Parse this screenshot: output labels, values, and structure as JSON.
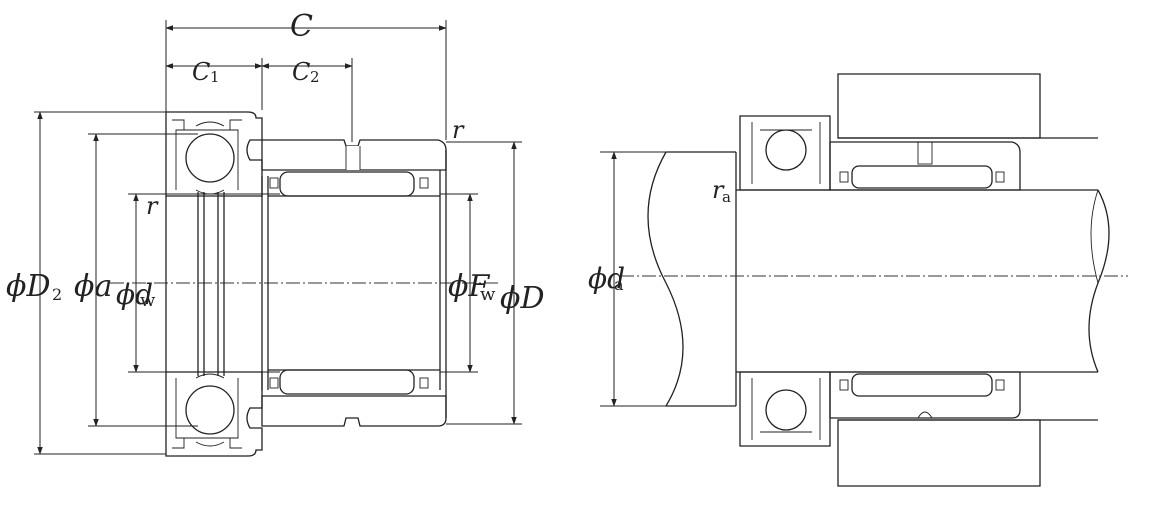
{
  "labels": {
    "C": "C",
    "C1": "C",
    "C1_sub": "1",
    "C2": "C",
    "C2_sub": "2",
    "r_top": "r",
    "r_left": "r",
    "D2": "ϕD",
    "D2_sub": "2",
    "a": "ϕa",
    "dw": "ϕd",
    "dw_sub": "w",
    "Fw": "ϕF",
    "Fw_sub": "w",
    "D": "ϕD",
    "ra": "r",
    "ra_sub": "a",
    "da": "ϕd",
    "da_sub": "a"
  },
  "colors": {
    "line": "#222222",
    "hatch": "#9a9a9a"
  }
}
